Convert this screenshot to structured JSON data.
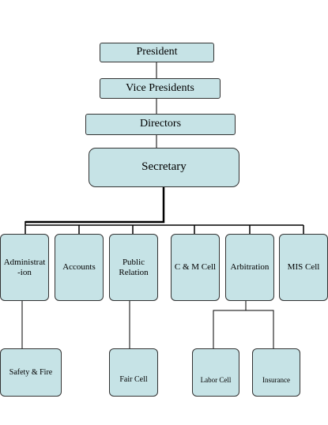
{
  "nodes": {
    "president": "President",
    "vice_presidents": "Vice Presidents",
    "directors": "Directors",
    "secretary": "Secretary",
    "administration": "Administrat\n-ion",
    "accounts": "Accounts",
    "public_relation": "Public\nRelation",
    "cm_cell": "C & M Cell",
    "arbitration": "Arbitration",
    "mis_cell": "MIS Cell",
    "safety_fire": "Safety & Fire",
    "fair_cell": "Fair Cell",
    "labor_cell": "Labor Cell",
    "insurance": "Insurance"
  },
  "colors": {
    "box_fill": "#c6e3e6",
    "box_border": "#333333",
    "connector": "#000000"
  }
}
